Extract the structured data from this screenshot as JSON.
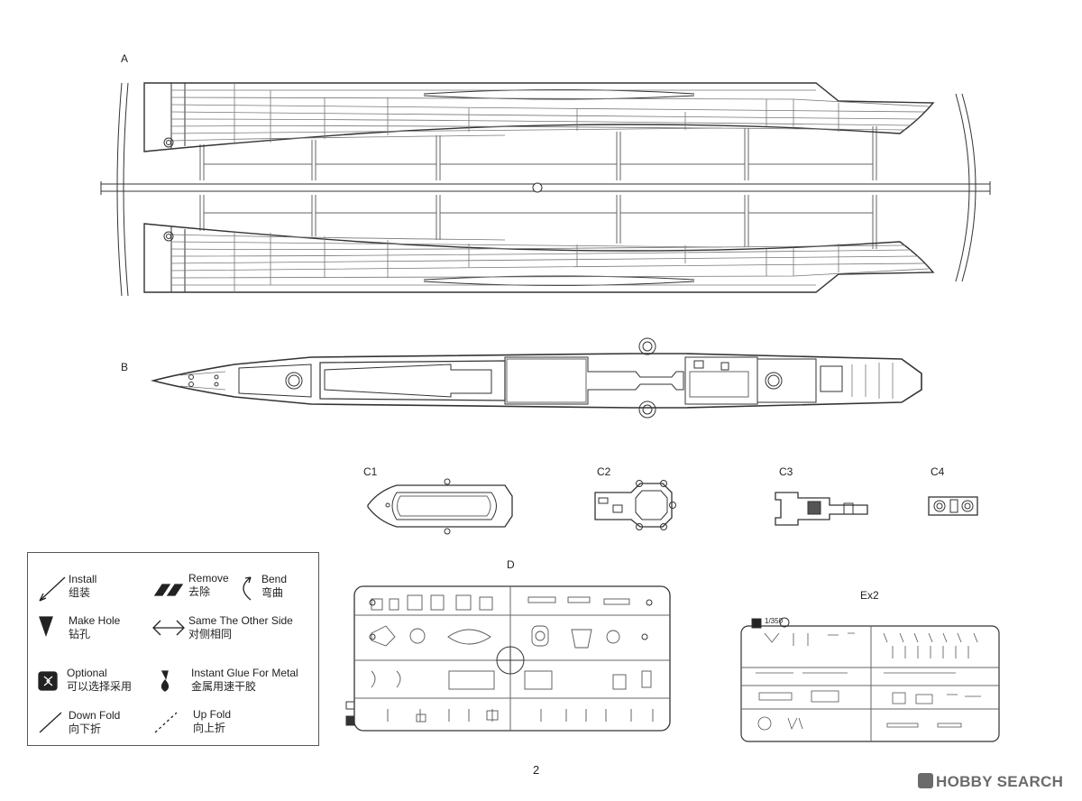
{
  "sprues": {
    "a": "A",
    "b": "B",
    "c1": "C1",
    "c2": "C2",
    "c3": "C3",
    "c4": "C4",
    "d": "D",
    "ex2": "Ex2",
    "ex2_scale": "1/350"
  },
  "legend": {
    "items": [
      {
        "en": "Install",
        "zh": "组装",
        "icon": "install-arrow-icon"
      },
      {
        "en": "Remove",
        "zh": "去除",
        "icon": "remove-cut-icon"
      },
      {
        "en": "Bend",
        "zh": "弯曲",
        "icon": "bend-arrow-icon"
      },
      {
        "en": "Make Hole",
        "zh": "钻孔",
        "icon": "drill-icon"
      },
      {
        "en": "Same The Other Side",
        "zh": "对侧相同",
        "icon": "double-arrow-icon"
      },
      {
        "en": "Optional",
        "zh": "可以选择采用",
        "icon": "optional-icon"
      },
      {
        "en": "Instant Glue For Metal",
        "zh": "金属用速干胶",
        "icon": "glue-icon"
      },
      {
        "en": "Down Fold",
        "zh": "向下折",
        "icon": "down-fold-line-icon"
      },
      {
        "en": "Up Fold",
        "zh": "向上折",
        "icon": "up-fold-line-icon"
      }
    ]
  },
  "page_number": "2",
  "watermark": "HOBBY SEARCH"
}
